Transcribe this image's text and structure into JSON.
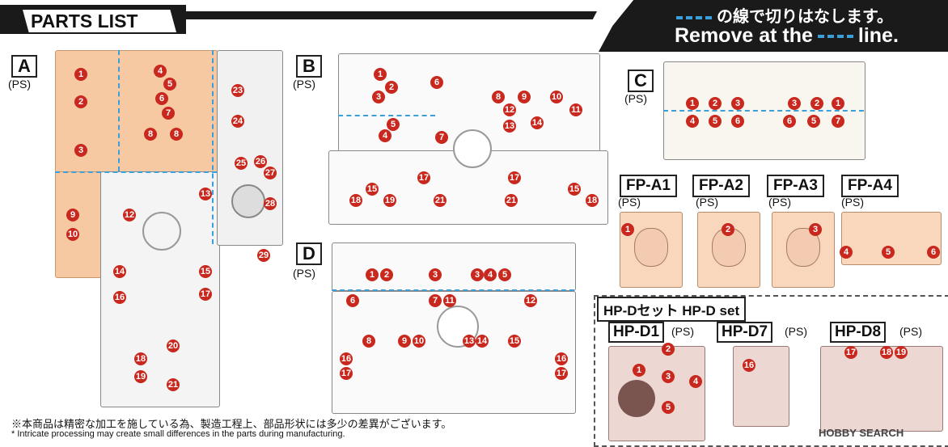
{
  "header": {
    "title": "PARTS LIST",
    "remove_jp": "の線で切りはなします。",
    "remove_en_before": "Remove at the",
    "remove_en_after": "line."
  },
  "sprues": {
    "A": {
      "label": "A",
      "material": "(PS)"
    },
    "B": {
      "label": "B",
      "material": "(PS)"
    },
    "C": {
      "label": "C",
      "material": "(PS)"
    },
    "D": {
      "label": "D",
      "material": "(PS)"
    },
    "FP_A1": {
      "label": "FP-A1",
      "material": "(PS)"
    },
    "FP_A2": {
      "label": "FP-A2",
      "material": "(PS)"
    },
    "FP_A3": {
      "label": "FP-A3",
      "material": "(PS)"
    },
    "FP_A4": {
      "label": "FP-A4",
      "material": "(PS)"
    }
  },
  "hp_set": {
    "title": "HP-Dセット HP-D set",
    "D1": {
      "label": "HP-D1",
      "material": "(PS)"
    },
    "D7": {
      "label": "HP-D7",
      "material": "(PS)"
    },
    "D8": {
      "label": "HP-D8",
      "material": "(PS)"
    }
  },
  "footer": {
    "jp": "※本商品は精密な加工を施している為、製造工程上、部品形状には多少の差異がございます。",
    "en": "* Intricate processing may create small differences in the parts during manufacturing."
  },
  "watermark": "HOBBY SEARCH",
  "colors": {
    "part_number": "#c8281e",
    "cut_line": "#3aa0dc",
    "sprue_a": "#f6c9a3"
  }
}
